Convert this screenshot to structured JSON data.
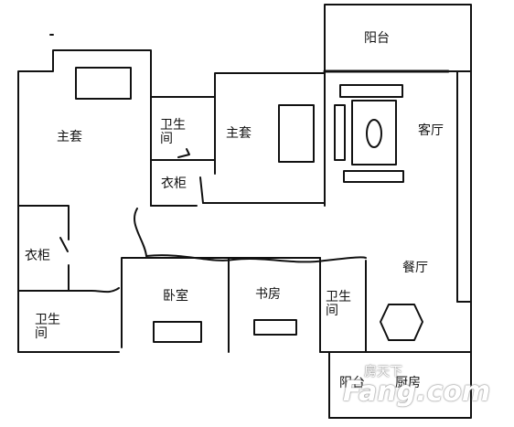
{
  "rooms": {
    "balcony_top": "阳台",
    "living_room": "客厅",
    "master_suite_left": "主套",
    "master_suite_center": "主套",
    "bathroom_top_1": "卫生",
    "bathroom_top_2": "间",
    "wardrobe_center": "衣柜",
    "wardrobe_left": "衣柜",
    "bathroom_left_1": "卫生",
    "bathroom_left_2": "间",
    "bedroom": "卧室",
    "study": "书房",
    "bathroom_right_1": "卫生",
    "bathroom_right_2": "间",
    "dining_room": "餐厅",
    "balcony_bottom": "阳台",
    "kitchen": "厨房"
  },
  "watermark": {
    "site_cn": "房天下",
    "site_en": "Fang.com"
  },
  "colors": {
    "wall": "#111111",
    "background": "#ffffff"
  }
}
